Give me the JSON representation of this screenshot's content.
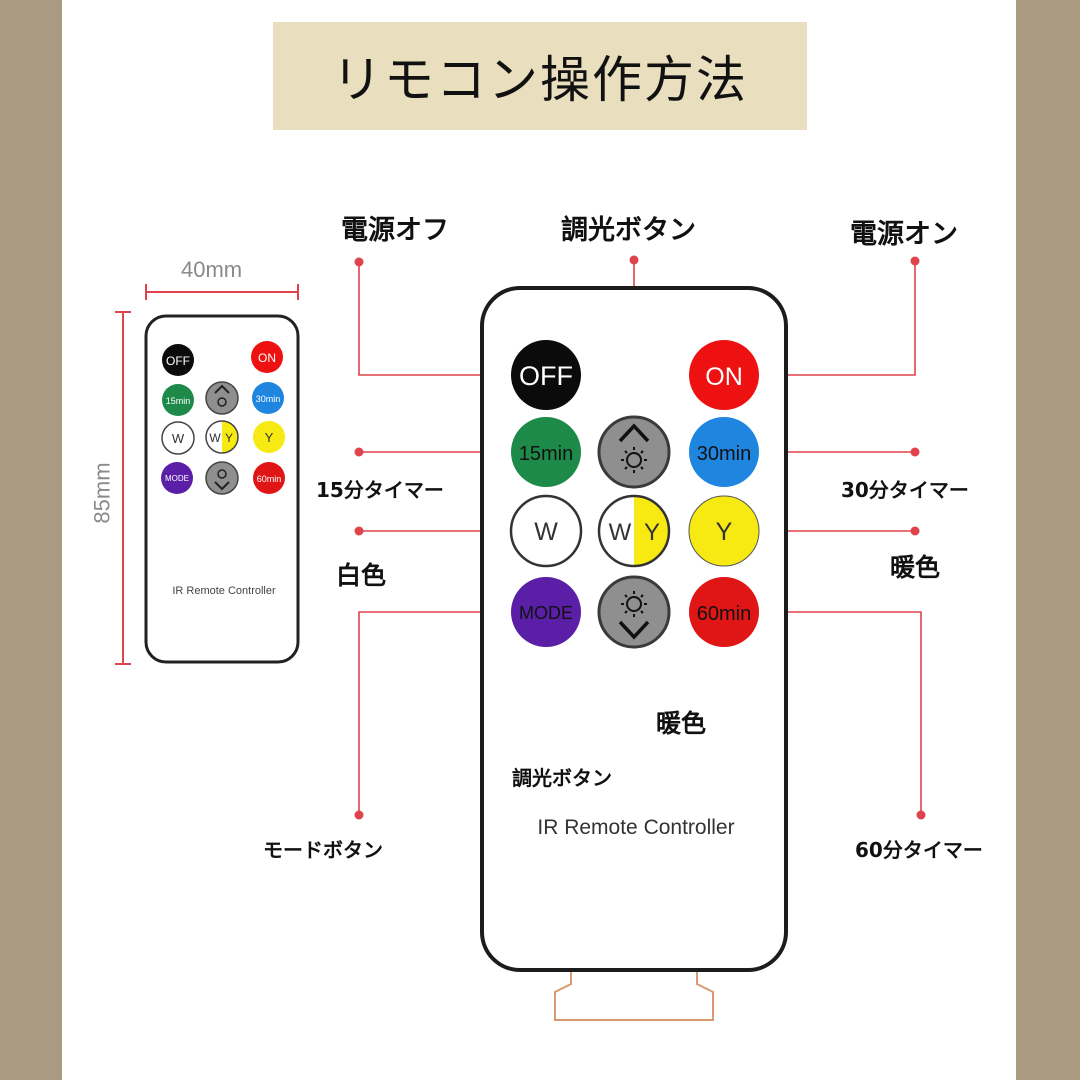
{
  "title": "リモコン操作方法",
  "small_remote": {
    "width_label": "40mm",
    "height_label": "85mm",
    "brand": "IR Remote Controller",
    "buttons": {
      "off": "OFF",
      "on": "ON",
      "t15": "15min",
      "t30": "30min",
      "w": "W",
      "y": "Y",
      "wy_w": "W",
      "wy_y": "Y",
      "mode": "MODE",
      "t60": "60min"
    }
  },
  "remote": {
    "brand": "IR Remote Controller",
    "buttons": {
      "off": "OFF",
      "on": "ON",
      "t15": "15min",
      "t30": "30min",
      "w": "W",
      "y": "Y",
      "wy_w": "W",
      "wy_y": "Y",
      "mode": "MODE",
      "t60": "60min"
    }
  },
  "labels": {
    "power_off": "電源オフ",
    "dimmer_top": "調光ボタン",
    "power_on": "電源オン",
    "timer15": "15分タイマー",
    "timer30": "30分タイマー",
    "white": "白色",
    "warm_right": "暖色",
    "warm_center": "暖色",
    "dimmer_bottom": "調光ボタン",
    "mode": "モードボタン",
    "timer60": "60分タイマー"
  },
  "colors": {
    "background": "#a99a81",
    "title_box": "#e9dfbf",
    "leader_line": "#e0434b",
    "off": "#0b0b0b",
    "on": "#ee1111",
    "timer15": "#1d8a4a",
    "timer30": "#1f86e0",
    "white": "#ffffff",
    "yellow": "#f6ea12",
    "mode": "#5a1fa6",
    "timer60": "#e01616",
    "dimmer": "#8f8f8f"
  }
}
